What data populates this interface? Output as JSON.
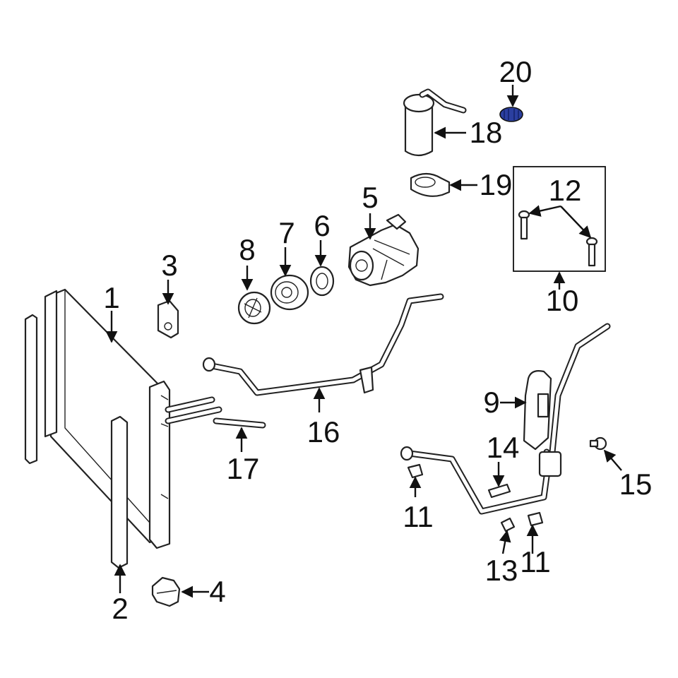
{
  "colors": {
    "highlight": "#2b3fa0",
    "line": "#222222",
    "background": "#ffffff"
  },
  "callouts": {
    "p1": "1",
    "p2": "2",
    "p3": "3",
    "p4": "4",
    "p5": "5",
    "p6": "6",
    "p7": "7",
    "p8": "8",
    "p9": "9",
    "p10": "10",
    "p11a": "11",
    "p11b": "11",
    "p12": "12",
    "p13": "13",
    "p14": "14",
    "p15": "15",
    "p16": "16",
    "p17": "17",
    "p18": "18",
    "p19": "19",
    "p20": "20"
  }
}
